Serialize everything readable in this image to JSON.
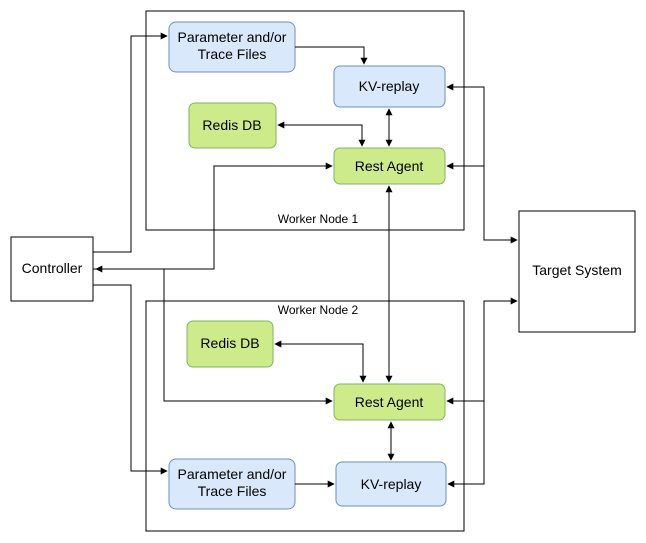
{
  "nodes": {
    "controller": "Controller",
    "target": "Target System",
    "w1_label": "Worker Node 1",
    "w2_label": "Worker Node 2",
    "w1_param_line1": "Parameter and/or",
    "w1_param_line2": "Trace Files",
    "w1_kv": "KV-replay",
    "w1_redis": "Redis DB",
    "w1_rest": "Rest Agent",
    "w2_param_line1": "Parameter and/or",
    "w2_param_line2": "Trace Files",
    "w2_kv": "KV-replay",
    "w2_redis": "Redis DB",
    "w2_rest": "Rest Agent"
  },
  "colors": {
    "blue_fill": "#dae8fc",
    "blue_stroke": "#6c8ebf",
    "green_fill": "#cdeb8b",
    "green_stroke": "#82b366",
    "line": "#000000"
  }
}
